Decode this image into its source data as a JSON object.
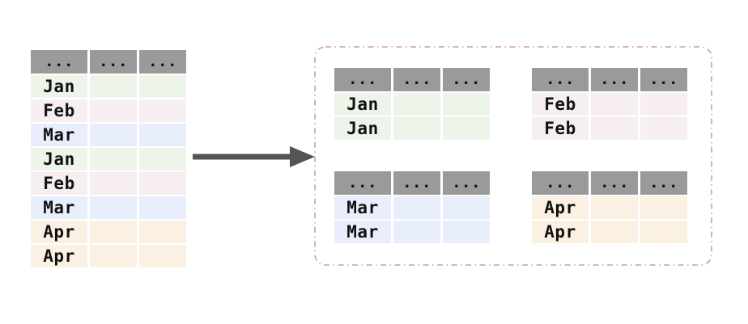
{
  "colors": {
    "background": "#ffffff",
    "text": "#111111",
    "header_cell": "#9a9a9a",
    "jan": "#edf5ea",
    "feb": "#f6eef1",
    "mar": "#e8eefb",
    "apr": "#fbf1e2",
    "arrow": "#545454",
    "group_box_border": "#c9a48a"
  },
  "source_table": {
    "header": [
      "...",
      "...",
      "..."
    ],
    "rows": [
      {
        "label": "Jan",
        "group": "jan"
      },
      {
        "label": "Feb",
        "group": "feb"
      },
      {
        "label": "Mar",
        "group": "mar"
      },
      {
        "label": "Jan",
        "group": "jan"
      },
      {
        "label": "Feb",
        "group": "feb"
      },
      {
        "label": "Mar",
        "group": "mar"
      },
      {
        "label": "Apr",
        "group": "apr"
      },
      {
        "label": "Apr",
        "group": "apr"
      }
    ]
  },
  "groups": [
    {
      "name": "jan",
      "header": [
        "...",
        "...",
        "..."
      ],
      "rows": [
        {
          "label": "Jan"
        },
        {
          "label": "Jan"
        }
      ]
    },
    {
      "name": "feb",
      "header": [
        "...",
        "...",
        "..."
      ],
      "rows": [
        {
          "label": "Feb"
        },
        {
          "label": "Feb"
        }
      ]
    },
    {
      "name": "mar",
      "header": [
        "...",
        "...",
        "..."
      ],
      "rows": [
        {
          "label": "Mar"
        },
        {
          "label": "Mar"
        }
      ]
    },
    {
      "name": "apr",
      "header": [
        "...",
        "...",
        "..."
      ],
      "rows": [
        {
          "label": "Apr"
        },
        {
          "label": "Apr"
        }
      ]
    }
  ]
}
